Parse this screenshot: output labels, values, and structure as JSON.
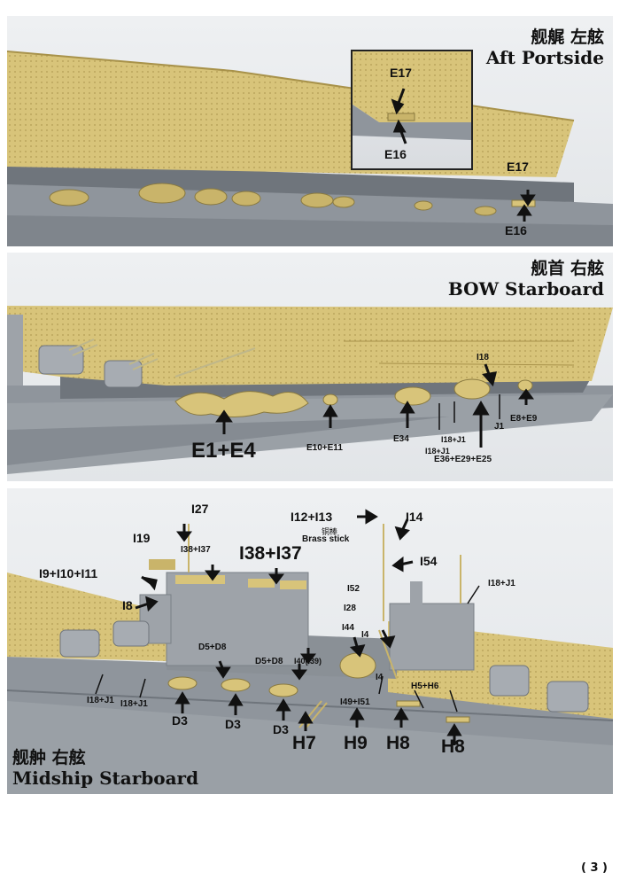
{
  "panels": {
    "aft": {
      "title_cn": "舰艉 左舷",
      "title_en": "Aft Portside",
      "inset_labels": [
        "E17",
        "E16"
      ],
      "labels": [
        "E17",
        "E16"
      ]
    },
    "bow": {
      "title_cn": "舰首 右舷",
      "title_en": "BOW Starboard",
      "labels": {
        "e1e4": "E1+E4",
        "e10e11": "E10+E11",
        "e34": "E34",
        "i18j1_a": "I18+J1",
        "i18j1_b": "I18+J1",
        "e36": "E36+E29+E25",
        "j1": "J1",
        "i18": "I18",
        "e8e9": "E8+E9"
      }
    },
    "midship": {
      "title_cn": "舰舯 右舷",
      "title_en": "Midship Starboard",
      "labels": {
        "i27": "I27",
        "i19": "I19",
        "i38i37_a": "I38+I37",
        "i38i37_b": "I38+I37",
        "i9": "I9+I10+I11",
        "i8": "I8",
        "i12i13": "I12+I13",
        "brass_cn": "铜棒",
        "brass_en": "Brass stick",
        "i14": "I14",
        "i54": "I54",
        "i52": "I52",
        "i28": "I28",
        "i18j1_top": "I18+J1",
        "i44": "I44",
        "i4_a": "I4",
        "i4_b": "I4",
        "d5d8_a": "D5+D8",
        "d5d8_b": "D5+D8",
        "i40": "I40(I39)",
        "i49": "I49+I51",
        "h5h6": "H5+H6",
        "i18j1_l1": "I18+J1",
        "i18j1_l2": "I18+J1",
        "d3_a": "D3",
        "d3_b": "D3",
        "d3_c": "D3",
        "h7": "H7",
        "h9": "H9",
        "h8_a": "H8",
        "h8_b": "H8"
      }
    }
  },
  "page_number": "( 3 )",
  "colors": {
    "deck": "#d8c47a",
    "deck_dark": "#b9a35a",
    "hull": "#8f959c",
    "hull_dark": "#6f757c",
    "background": "#e6e8eb"
  }
}
